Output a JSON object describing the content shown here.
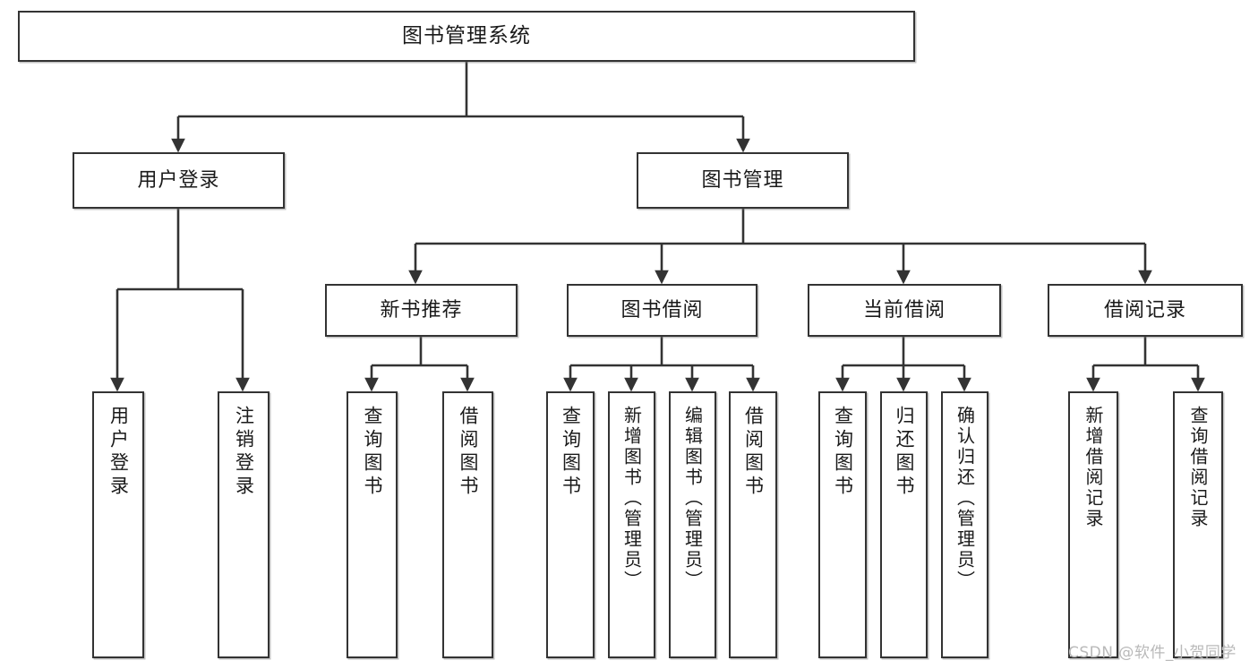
{
  "diagram": {
    "title": "图书管理系统",
    "type": "tree",
    "orientation": "top-down",
    "colors": {
      "box_border": "#333333",
      "box_fill": "#ffffff",
      "connector": "#333333",
      "text": "#1a1a1a",
      "watermark": "#b9b9b9",
      "background": "#ffffff"
    },
    "root": {
      "label": "图书管理系统"
    },
    "level1": [
      {
        "label": "用户登录"
      },
      {
        "label": "图书管理"
      }
    ],
    "level2": [
      {
        "label": "新书推荐"
      },
      {
        "label": "图书借阅"
      },
      {
        "label": "当前借阅"
      },
      {
        "label": "借阅记录"
      }
    ],
    "leaves": {
      "user_login": [
        {
          "label": "用户登录"
        },
        {
          "label": "注销登录"
        }
      ],
      "new_book_recommend": [
        {
          "label": "查询图书"
        },
        {
          "label": "借阅图书"
        }
      ],
      "book_borrow": [
        {
          "label": "查询图书"
        },
        {
          "label": "新增图书（管理员）"
        },
        {
          "label": "编辑图书（管理员）"
        },
        {
          "label": "借阅图书"
        }
      ],
      "current_borrow": [
        {
          "label": "查询图书"
        },
        {
          "label": "归还图书"
        },
        {
          "label": "确认归还（管理员）"
        }
      ],
      "borrow_record": [
        {
          "label": "新增借阅记录"
        },
        {
          "label": "查询借阅记录"
        }
      ]
    },
    "watermark": "CSDN @软件_小贺同学"
  }
}
